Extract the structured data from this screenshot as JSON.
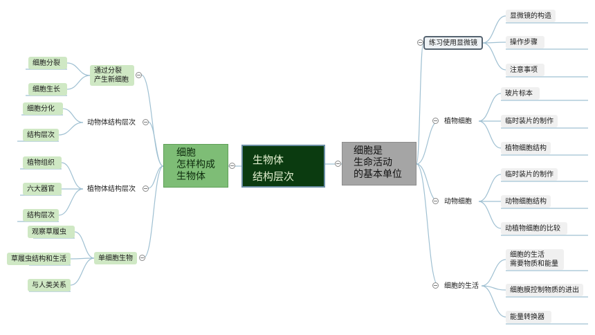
{
  "center": {
    "line1": "生物体",
    "line2": "结构层次"
  },
  "left_main": {
    "line1": "细胞",
    "line2": "怎样构成",
    "line3": "生物体"
  },
  "right_main": {
    "line1": "细胞是",
    "line2": "生命活动",
    "line3": "的基本单位"
  },
  "left_branches": [
    {
      "label": "通过分裂\n产生新细胞",
      "children": [
        "细胞分裂",
        "细胞生长"
      ]
    },
    {
      "label": "动物体结构层次",
      "children": [
        "细胞分化",
        "结构层次"
      ]
    },
    {
      "label": "植物体结构层次",
      "children": [
        "植物组织",
        "六大器官",
        "结构层次"
      ]
    },
    {
      "label": "单细胞生物",
      "children": [
        "观察草履虫",
        "草履虫结构和生活",
        "与人类关系"
      ]
    }
  ],
  "right_branches": [
    {
      "label": "练习使用显微镜",
      "children": [
        "显微镜的构造",
        "操作步骤",
        "注意事项"
      ]
    },
    {
      "label": "植物细胞",
      "children": [
        "玻片标本",
        "临时装片的制作",
        "植物细胞结构"
      ]
    },
    {
      "label": "动物细胞",
      "children": [
        "临时装片的制作",
        "动物细胞结构",
        "动植物细胞的比较"
      ]
    },
    {
      "label": "细胞的生活",
      "children": [
        "细胞的生活\n需要物质和能量",
        "细胞膜控制物质的进出",
        "能量转换器"
      ]
    }
  ],
  "colors": {
    "line": "#9fc0d2",
    "left_fill": "#cfe8c4",
    "center_fill": "#0b3b10",
    "right_main_fill": "#a5a5a5"
  }
}
